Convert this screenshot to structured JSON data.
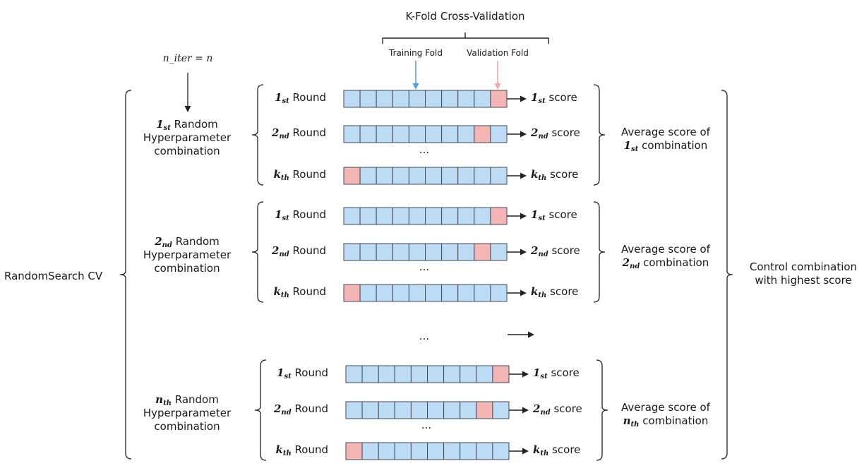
{
  "title": "K-Fold Cross-Validation",
  "training_fold_label": "Training Fold",
  "validation_fold_label": "Validation Fold",
  "n_iter_label": "n_iter  = n",
  "left_label": "RandomSearch CV",
  "right_label_1": "Control combination",
  "right_label_2": "with highest score",
  "ellipsis": "...",
  "folds_per_round": 10,
  "colors": {
    "training": "#bcdcf6",
    "validation": "#f4b6b4",
    "border": "#444a58",
    "training_arrow": "#4aa3e8",
    "validation_arrow": "#f4a9a8",
    "training_text": "#3d9ae3",
    "validation_text": "#f2a4a3"
  },
  "groups": [
    {
      "combo_prefix": "1",
      "combo_sub": "st",
      "combo_suffix": "Random",
      "combo_line2": "Hyperparameter",
      "combo_line3": "combination",
      "avg_line1": "Average score of",
      "avg_prefix": "1",
      "avg_sub": "st",
      "avg_suffix": "combination",
      "rounds": [
        {
          "prefix": "1",
          "sub": "st",
          "suffix": "Round",
          "score_prefix": "1",
          "score_sub": "st",
          "score_suffix": "score",
          "validation_index": 9
        },
        {
          "prefix": "2",
          "sub": "nd",
          "suffix": "Round",
          "score_prefix": "2",
          "score_sub": "nd",
          "score_suffix": "score",
          "validation_index": 8
        },
        {
          "prefix": "k",
          "sub": "th",
          "suffix": "Round",
          "score_prefix": "k",
          "score_sub": "th",
          "score_suffix": "score",
          "validation_index": 0
        }
      ]
    },
    {
      "combo_prefix": "2",
      "combo_sub": "nd",
      "combo_suffix": "Random",
      "combo_line2": "Hyperparameter",
      "combo_line3": "combination",
      "avg_line1": "Average score of",
      "avg_prefix": "2",
      "avg_sub": "nd",
      "avg_suffix": "combination",
      "rounds": [
        {
          "prefix": "1",
          "sub": "st",
          "suffix": "Round",
          "score_prefix": "1",
          "score_sub": "st",
          "score_suffix": "score",
          "validation_index": 9
        },
        {
          "prefix": "2",
          "sub": "nd",
          "suffix": "Round",
          "score_prefix": "2",
          "score_sub": "nd",
          "score_suffix": "score",
          "validation_index": 8
        },
        {
          "prefix": "k",
          "sub": "th",
          "suffix": "Round",
          "score_prefix": "k",
          "score_sub": "th",
          "score_suffix": "score",
          "validation_index": 0
        }
      ]
    },
    {
      "combo_prefix": "n",
      "combo_sub": "th",
      "combo_suffix": "Random",
      "combo_line2": "Hyperparameter",
      "combo_line3": "combination",
      "avg_line1": "Average score of",
      "avg_prefix": "n",
      "avg_sub": "th",
      "avg_suffix": "combination",
      "rounds": [
        {
          "prefix": "1",
          "sub": "st",
          "suffix": "Round",
          "score_prefix": "1",
          "score_sub": "st",
          "score_suffix": "score",
          "validation_index": 9
        },
        {
          "prefix": "2",
          "sub": "nd",
          "suffix": "Round",
          "score_prefix": "2",
          "score_sub": "nd",
          "score_suffix": "score",
          "validation_index": 8
        },
        {
          "prefix": "k",
          "sub": "th",
          "suffix": "Round",
          "score_prefix": "k",
          "score_sub": "th",
          "score_suffix": "score",
          "validation_index": 0
        }
      ]
    }
  ]
}
